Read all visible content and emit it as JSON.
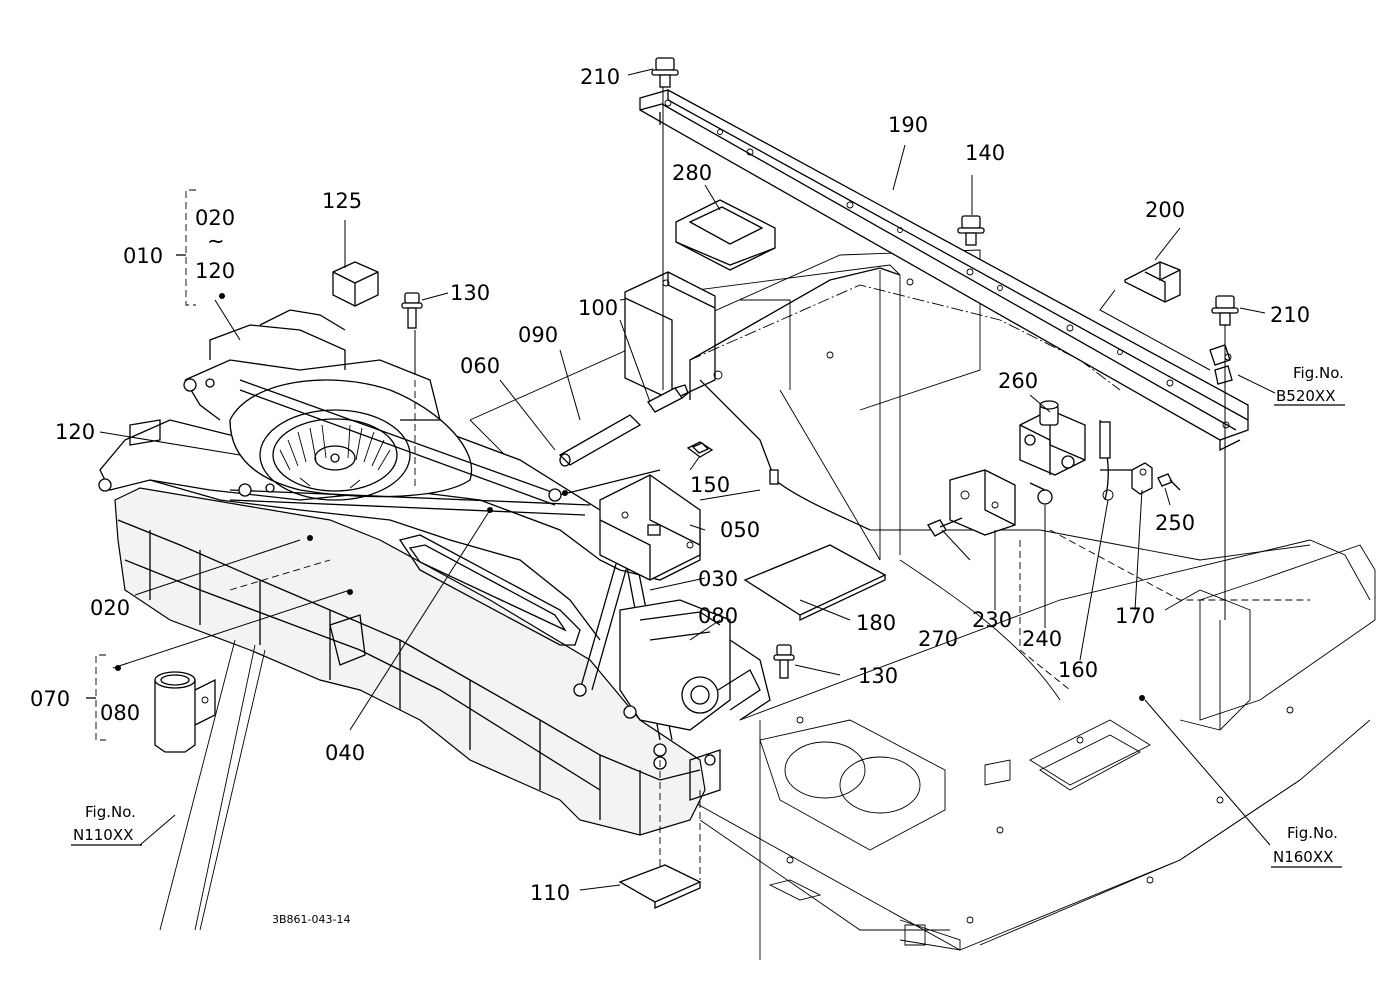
{
  "drawing_code": "3B861-043-14",
  "part_labels": [
    "010",
    "020",
    "∼",
    "120",
    "125",
    "130",
    "100",
    "090",
    "060",
    "120",
    "150",
    "050",
    "030",
    "020",
    "080",
    "180",
    "130",
    "070",
    "080",
    "040",
    "110",
    "210",
    "190",
    "140",
    "280",
    "200",
    "210",
    "260",
    "250",
    "270",
    "230",
    "240",
    "160",
    "170"
  ],
  "fig_refs": [
    {
      "title": "Fig.No.",
      "code": "B520XX"
    },
    {
      "title": "Fig.No.",
      "code": "N110XX"
    },
    {
      "title": "Fig.No.",
      "code": "N160XX"
    }
  ]
}
